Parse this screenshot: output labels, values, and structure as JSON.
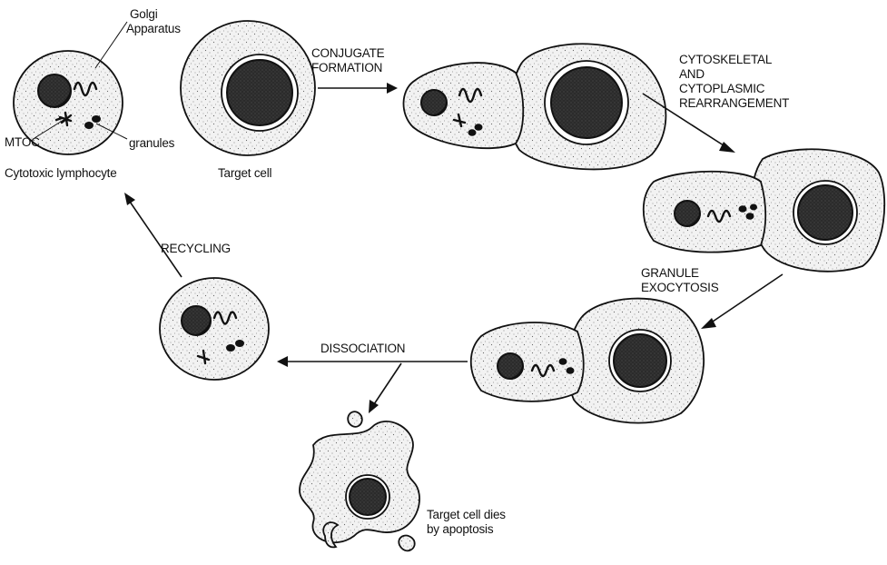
{
  "labels": {
    "golgi_line1": "Golgi",
    "golgi_line2": "Apparatus",
    "granules": "granules",
    "mtoc": "MTOC",
    "cytotoxic_lymphocyte": "Cytotoxic lymphocyte",
    "target_cell": "Target cell",
    "conjugate_line1": "CONJUGATE",
    "conjugate_line2": "FORMATION",
    "cyto_line1": "CYTOSKELETAL",
    "cyto_line2": "AND",
    "cyto_line3": "CYTOPLASMIC",
    "cyto_line4": "REARRANGEMENT",
    "granule_line1": "GRANULE",
    "granule_line2": "EXOCYTOSIS",
    "dissociation": "DISSOCIATION",
    "recycling": "RECYCLING",
    "dies_line1": "Target cell dies",
    "dies_line2": "by apoptosis"
  }
}
